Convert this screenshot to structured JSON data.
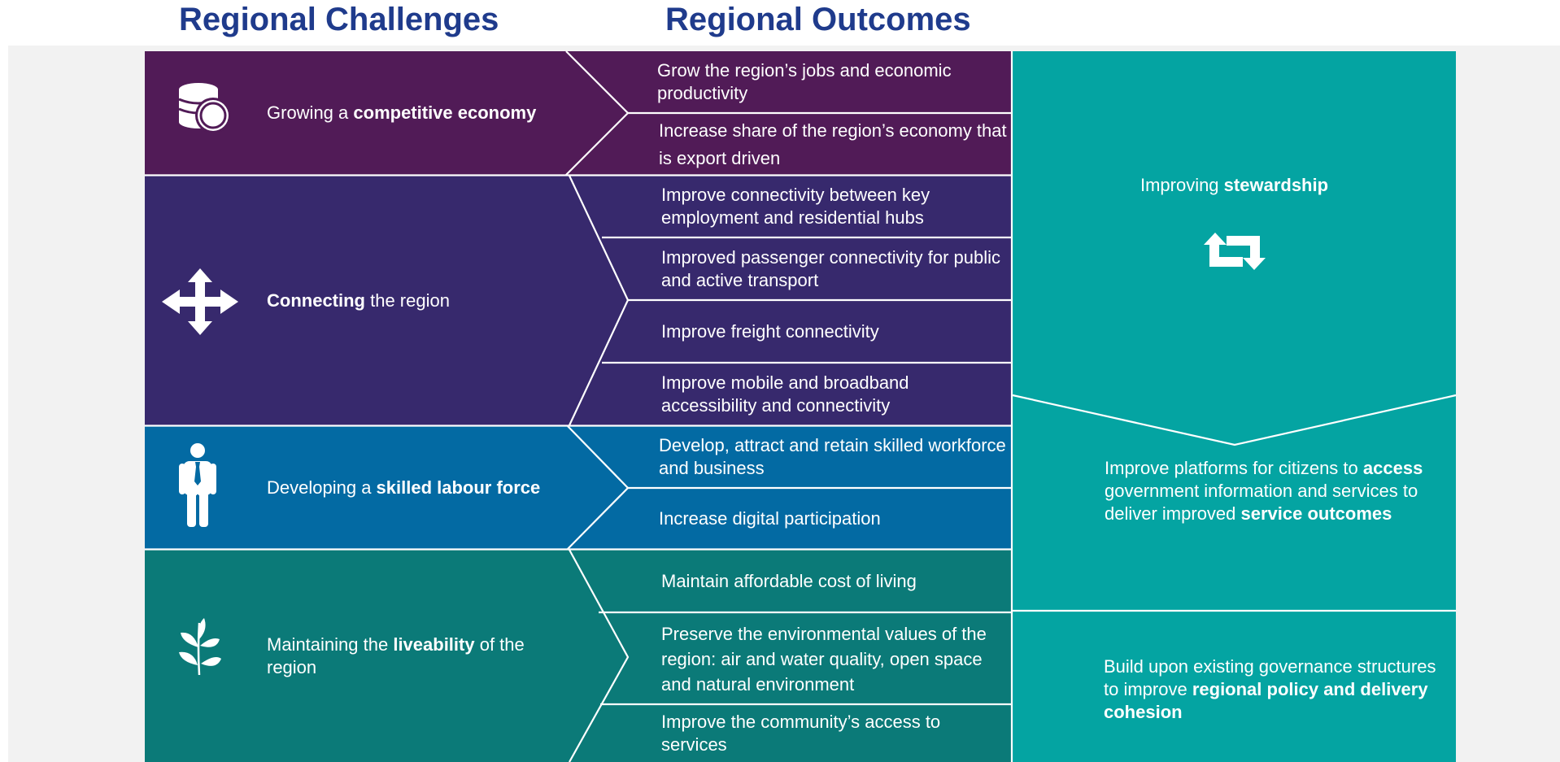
{
  "headings": {
    "challenges": "Regional Challenges",
    "outcomes": "Regional Outcomes"
  },
  "colors": {
    "economy": "#511b57",
    "connecting": "#37296d",
    "skilled": "#036aa3",
    "liveability": "#0b7a78",
    "right_panel": "#04a4a2",
    "heading": "#1f3b8c",
    "background": "#f2f2f2"
  },
  "challenges": [
    {
      "icon": "coins-icon",
      "text_before": "Growing a ",
      "bold": "competitive economy",
      "text_after": ""
    },
    {
      "icon": "four-arrows-icon",
      "text_before": "",
      "bold": "Connecting",
      "text_after": " the region"
    },
    {
      "icon": "worker-person-icon",
      "text_before": "Developing a ",
      "bold": "skilled labour force",
      "text_after": ""
    },
    {
      "icon": "sprout-leaves-icon",
      "text_before": "Maintaining the ",
      "bold": "liveability",
      "text_after": " of the region"
    }
  ],
  "outcomes": {
    "economy": [
      "Grow the region’s jobs and economic productivity",
      "Increase share of the region’s economy that is export driven"
    ],
    "connecting": [
      "Improve connectivity between key employment and residential hubs",
      "Improved passenger connectivity for public and active transport",
      "Improve freight connectivity",
      "Improve mobile and broadband accessibility and connectivity"
    ],
    "skilled": [
      "Develop, attract and retain skilled workforce and business",
      "Increase digital participation"
    ],
    "liveability": [
      "Maintain affordable cost of living",
      "Preserve the environmental values of the region: air and water quality, open space and natural environment",
      "Improve the community’s access to services"
    ]
  },
  "stewardship": {
    "title_before": "Improving ",
    "title_bold": "stewardship",
    "icon": "cycle-arrows-icon",
    "items": [
      {
        "parts": [
          {
            "text": "Improve platforms for citizens to ",
            "bold": false
          },
          {
            "text": "access",
            "bold": true
          },
          {
            "text": " government information and services to deliver improved ",
            "bold": false
          },
          {
            "text": "service outcomes",
            "bold": true
          }
        ]
      },
      {
        "parts": [
          {
            "text": "Build upon existing governance structures to improve ",
            "bold": false
          },
          {
            "text": "regional policy and delivery cohesion",
            "bold": true
          }
        ]
      }
    ]
  }
}
